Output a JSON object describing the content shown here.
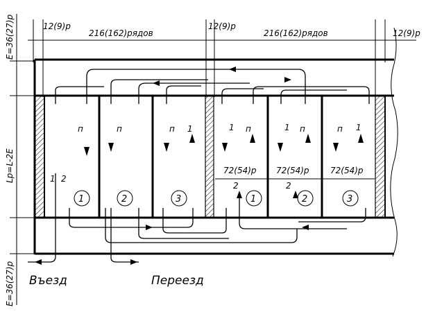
{
  "dimensions": {
    "top_left": "12(9)р",
    "top_rows_left": "216(162)рядов",
    "top_mid": "12(9)р",
    "top_rows_right": "216(162)рядов",
    "top_right": "12(9)р"
  },
  "side_labels": {
    "top": "E=36(27)р",
    "middle": "Lр=L-2E",
    "bottom": "E=36(27)р"
  },
  "cells": {
    "left": [
      "1",
      "2",
      "3"
    ],
    "right": [
      "1",
      "2",
      "3"
    ]
  },
  "cell_dims": [
    "72(54)р",
    "72(54)р",
    "72(54)р"
  ],
  "flow_labels": {
    "n": "п",
    "one": "1",
    "two": "2"
  },
  "captions": {
    "entry": "Въезд",
    "transfer": "Переезд"
  }
}
